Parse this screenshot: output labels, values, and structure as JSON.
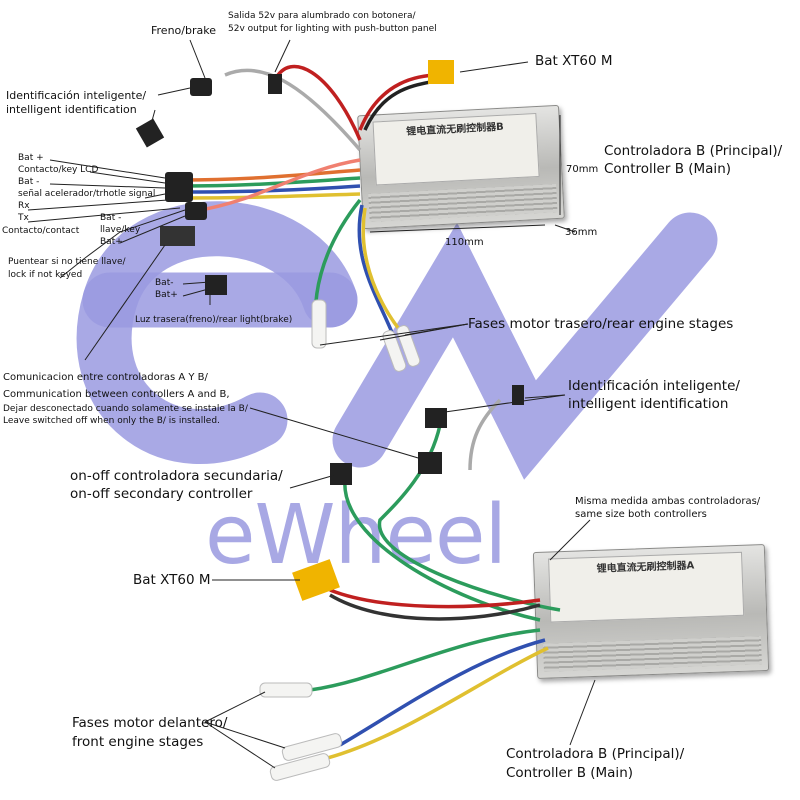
{
  "labels": {
    "brake": "Freno/brake",
    "light_out_es": "Salida 52v para alumbrado con botonera/",
    "light_out_en": "52v output for lighting with push-button panel",
    "bat_xt60_top": "Bat XT60 M",
    "smart_id_es": "Identificación inteligente/",
    "smart_id_en": "intelligent identification",
    "bat_plus": "Bat +",
    "key_lcd": "Contacto/key LCD",
    "bat_minus": "Bat -",
    "throttle": "señal acelerador/trhotle signal",
    "rx": "Rx",
    "tx": "Tx",
    "contact": "Contacto/contact",
    "key_bat_minus": "Bat -",
    "key_key": "llave/key",
    "key_bat_plus": "Bat+",
    "bridge_es": "Puentear si no tiene  llave/",
    "bridge_en": "lock if not keyed",
    "light_bat_minus": "Bat-",
    "light_bat_plus": "Bat+",
    "rear_light": "Luz trasera(freno)/rear light(brake)",
    "ctrl_main_top_1": "Controladora B (Principal)/",
    "ctrl_main_top_2": "Controller B (Main)",
    "dim_height": "70mm",
    "dim_width": "110mm",
    "dim_depth": "36mm",
    "rear_phases": "Fases motor trasero/rear engine stages",
    "comm_1": "Comunicacion entre controladoras A Y B/",
    "comm_2": "Communication between controllers A and B,",
    "comm_3": "Dejar desconectado cuando solamente se instale la B/",
    "comm_4": "Leave switched off when only the B/ is installed.",
    "smart_id2_es": "Identificación inteligente/",
    "smart_id2_en": "intelligent identification",
    "onoff_es": "on-off controladora secundaria/",
    "onoff_en": "on-off secondary controller",
    "same_size_es": "Misma medida ambas controladoras/",
    "same_size_en": "same size both controllers",
    "bat_xt60_bottom": "Bat XT60 M",
    "front_phases_es": "Fases motor delantero/",
    "front_phases_en": "front engine stages",
    "ctrl_main_bottom_1": "Controladora B (Principal)/",
    "ctrl_main_bottom_2": "Controller B (Main)"
  },
  "controllers": {
    "top_title": "锂电直流无刷控制器B",
    "bottom_title": "锂电直流无刷控制器A"
  },
  "watermark": "eWheel",
  "colors": {
    "logo": "#9a9ae0",
    "connector": "#f0b400"
  }
}
